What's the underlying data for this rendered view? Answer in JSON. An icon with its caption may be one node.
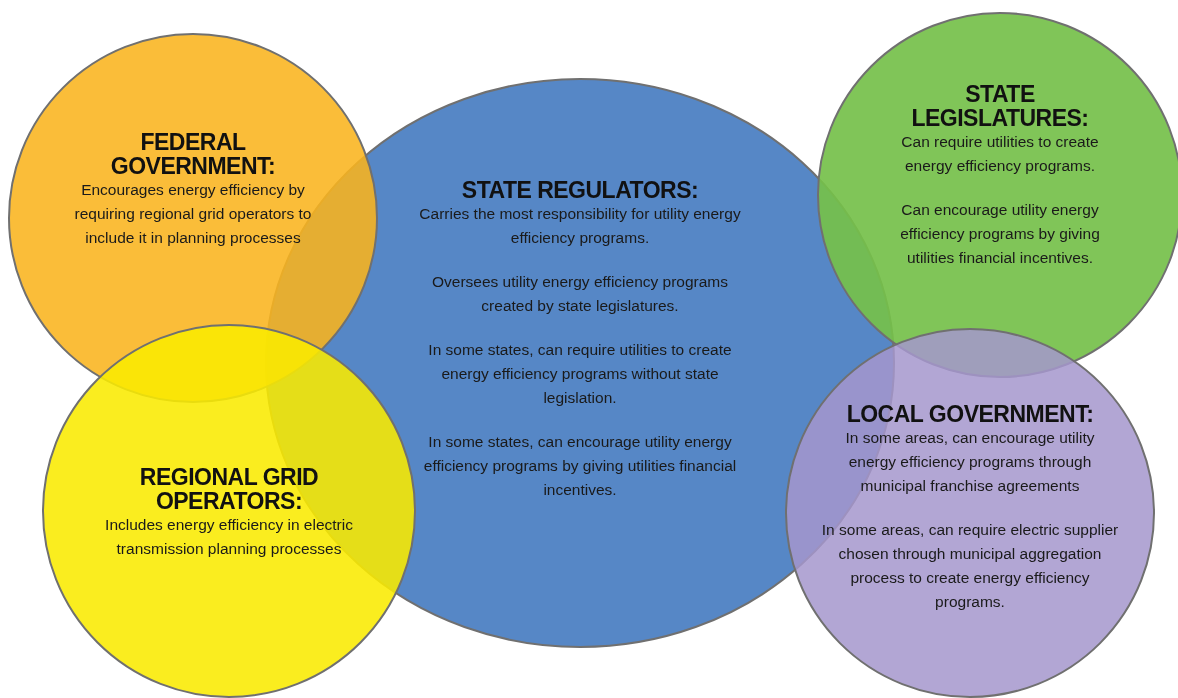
{
  "diagram": {
    "nodes": [
      {
        "text": [
          "FEDERAL GOVERNMENT:",
          "Encourages energy efficiency by requiring regional grid operators to include it in planning processes"
        ]
      },
      {
        "text": [
          "STATE REGULATORS:",
          "Carries the most responsibility for utility energy efficiency programs.",
          "Oversees utility energy efficiency programs created by state legislatures.",
          "In some states, can require utilities to create energy efficiency programs without state legislation.",
          "In some states, can encourage utility energy efficiency programs by giving utilities financial incentives."
        ]
      },
      {
        "text": [
          "STATE LEGISLATURES:",
          "Can require utilities to create energy efficiency programs.",
          "Can encourage utility energy efficiency programs by giving utilities financial incentives."
        ]
      },
      {
        "text": [
          "REGIONAL GRID OPERATORS:",
          "Includes energy efficiency in electric transmission planning processes"
        ]
      },
      {
        "text": [
          "LOCAL GOVERNMENT:",
          "In some areas, can encourage utility energy efficiency programs through municipal franchise agreements",
          "In some areas, can require electric supplier chosen through municipal aggregation process to create energy efficiency programs."
        ]
      }
    ]
  }
}
